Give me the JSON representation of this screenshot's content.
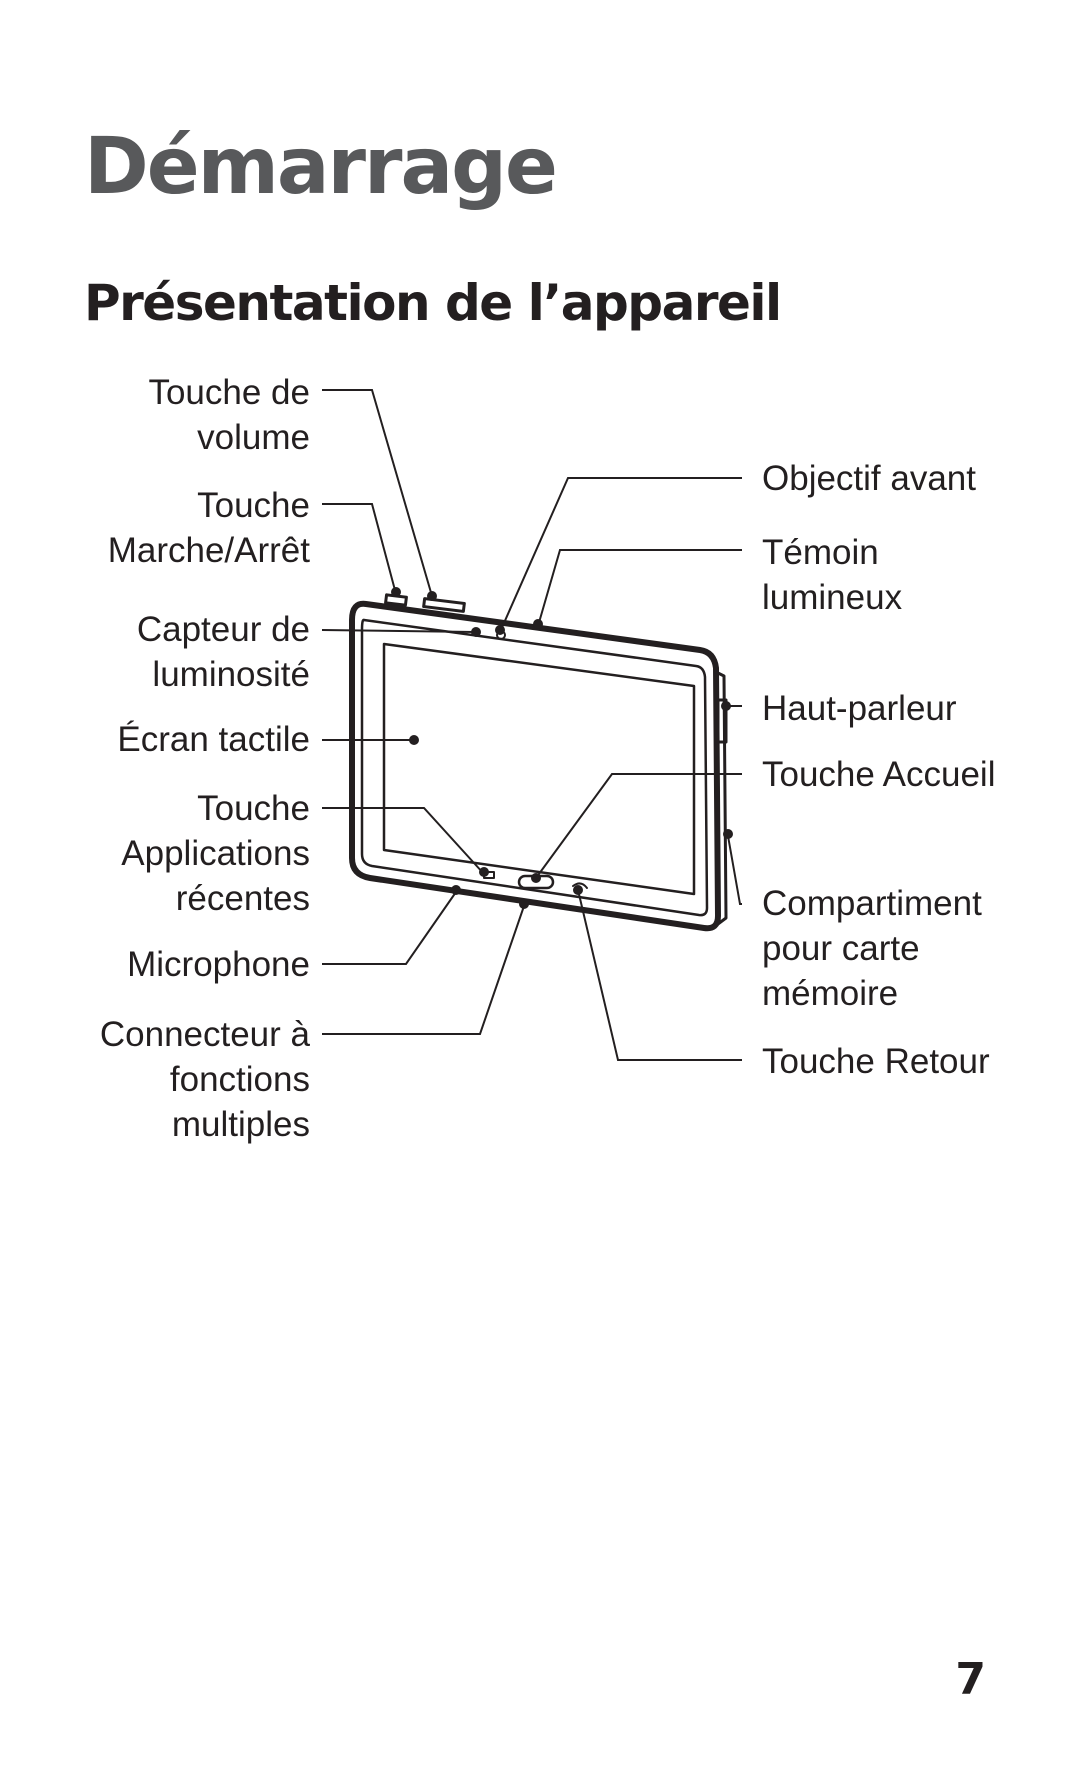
{
  "page": {
    "chapter_title": "Démarrage",
    "section_title": "Présentation de l’appareil",
    "page_number": "7"
  },
  "diagram": {
    "left_labels": {
      "volume_key": [
        "Touche de",
        "volume"
      ],
      "power_key": [
        "Touche",
        "Marche/Arrêt"
      ],
      "light_sensor": [
        "Capteur de",
        "luminosité"
      ],
      "touch_screen": [
        "Écran tactile"
      ],
      "recent_apps_key": [
        "Touche",
        "Applications",
        "récentes"
      ],
      "microphone": [
        "Microphone"
      ],
      "multipurpose_jack": [
        "Connecteur à",
        "fonctions",
        "multiples"
      ]
    },
    "right_labels": {
      "front_camera": [
        "Objectif avant"
      ],
      "indicator_light": [
        "Témoin",
        "lumineux"
      ],
      "speaker": [
        "Haut-parleur"
      ],
      "home_key": [
        "Touche Accueil"
      ],
      "memory_card_slot": [
        "Compartiment",
        "pour carte",
        "mémoire"
      ],
      "back_key": [
        "Touche Retour"
      ]
    }
  }
}
